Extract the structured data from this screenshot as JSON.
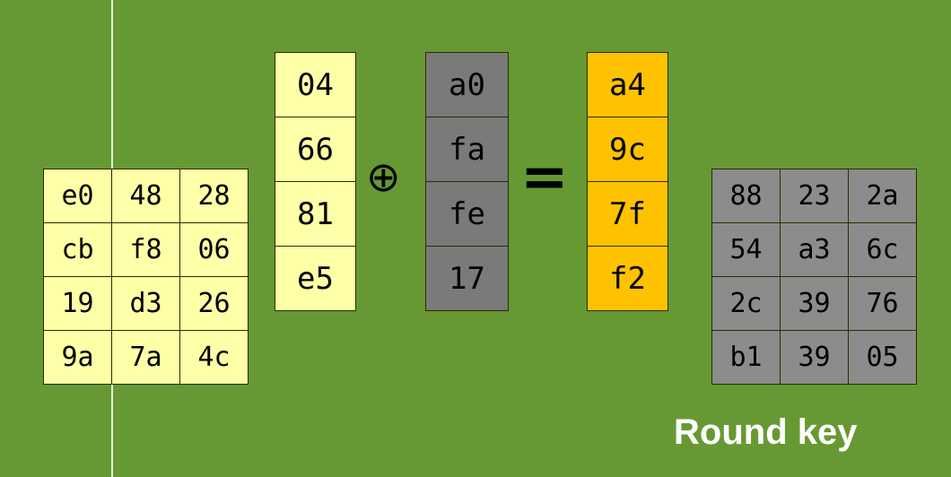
{
  "state_matrix": {
    "rows": [
      [
        "e0",
        "48",
        "28"
      ],
      [
        "cb",
        "f8",
        "06"
      ],
      [
        "19",
        "d3",
        "26"
      ],
      [
        "9a",
        "7a",
        "4c"
      ]
    ],
    "color": "#ffffa8"
  },
  "column_a": {
    "values": [
      "04",
      "66",
      "81",
      "e5"
    ],
    "color": "#ffffa8"
  },
  "xor_symbol": "⊕",
  "column_b": {
    "values": [
      "a0",
      "fa",
      "fe",
      "17"
    ],
    "color": "#7a7a7a"
  },
  "equals_symbol": "=",
  "column_result": {
    "values": [
      "a4",
      "9c",
      "7f",
      "f2"
    ],
    "color": "#ffc200"
  },
  "round_key": {
    "rows": [
      [
        "88",
        "23",
        "2a"
      ],
      [
        "54",
        "a3",
        "6c"
      ],
      [
        "2c",
        "39",
        "76"
      ],
      [
        "b1",
        "39",
        "05"
      ]
    ],
    "color": "#8c8c8c",
    "label": "Round key"
  },
  "background_color": "#669933"
}
